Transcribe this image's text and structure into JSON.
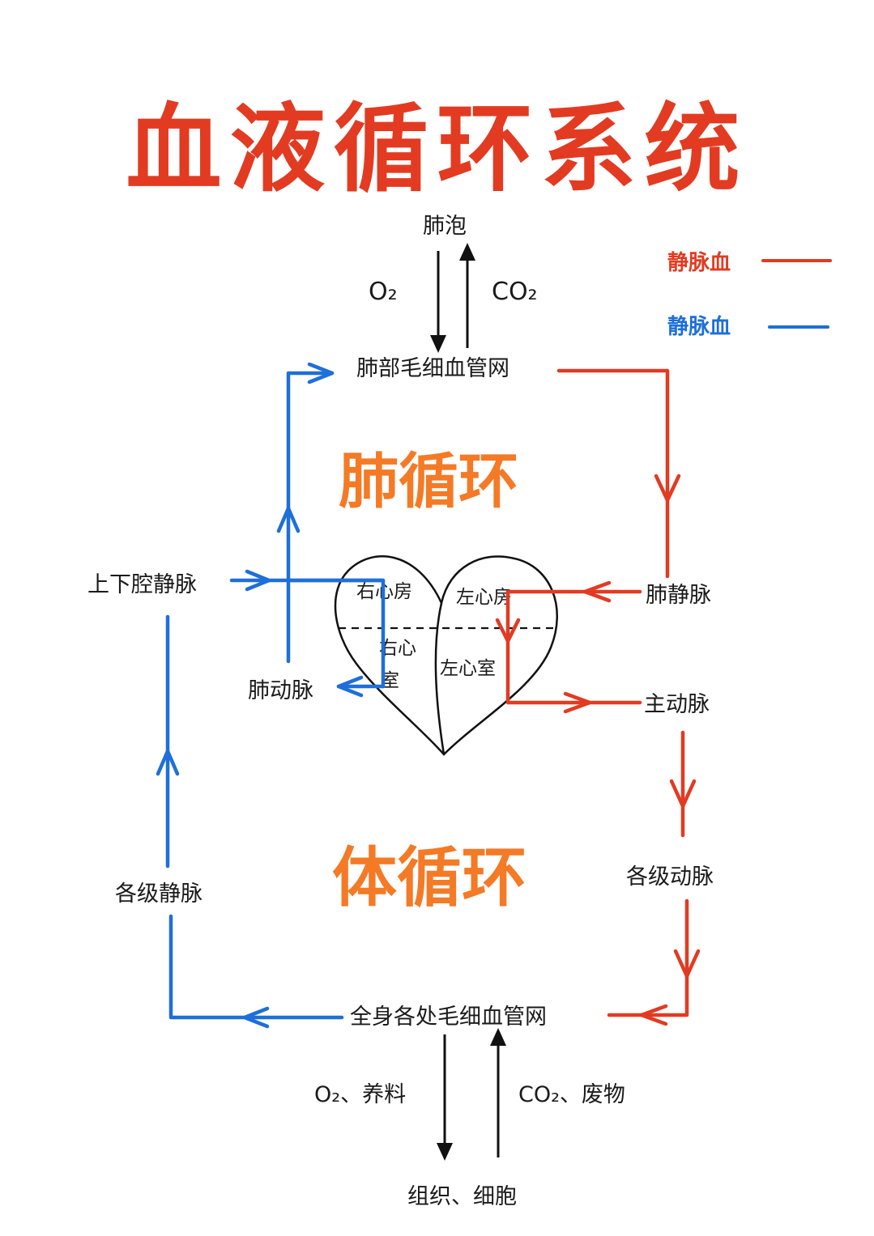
{
  "title": "血液循环系统",
  "legend": [
    {
      "label": "静脉血",
      "color": "#e23b22"
    },
    {
      "label": "静脉血",
      "color": "#1e6fd9"
    }
  ],
  "circulation": {
    "pulmonary": "肺循环",
    "systemic": "体循环"
  },
  "labels": {
    "alveoli": "肺泡",
    "o2_top": "O₂",
    "co2_top": "CO₂",
    "lung_capillary": "肺部毛细血管网",
    "vena_cava": "上下腔静脉",
    "pulmonary_vein": "肺静脉",
    "pulmonary_artery": "肺动脉",
    "aorta": "主动脉",
    "arteries": "各级动脉",
    "veins": "各级静脉",
    "body_capillary": "全身各处毛细血管网",
    "o2_nutrients": "O₂、养料",
    "co2_waste": "CO₂、废物",
    "tissue": "组织、细胞"
  },
  "heart": {
    "right_atrium": "右心房",
    "left_atrium": "左心房",
    "right_ventricle_a": "右心",
    "right_ventricle_b": "室",
    "left_ventricle": "左心室"
  },
  "colors": {
    "title": "#e23b22",
    "arterial": "#e23b22",
    "venous": "#1e6fd9",
    "circulation_label": "#f47a26",
    "ink": "#1a1a1a"
  }
}
